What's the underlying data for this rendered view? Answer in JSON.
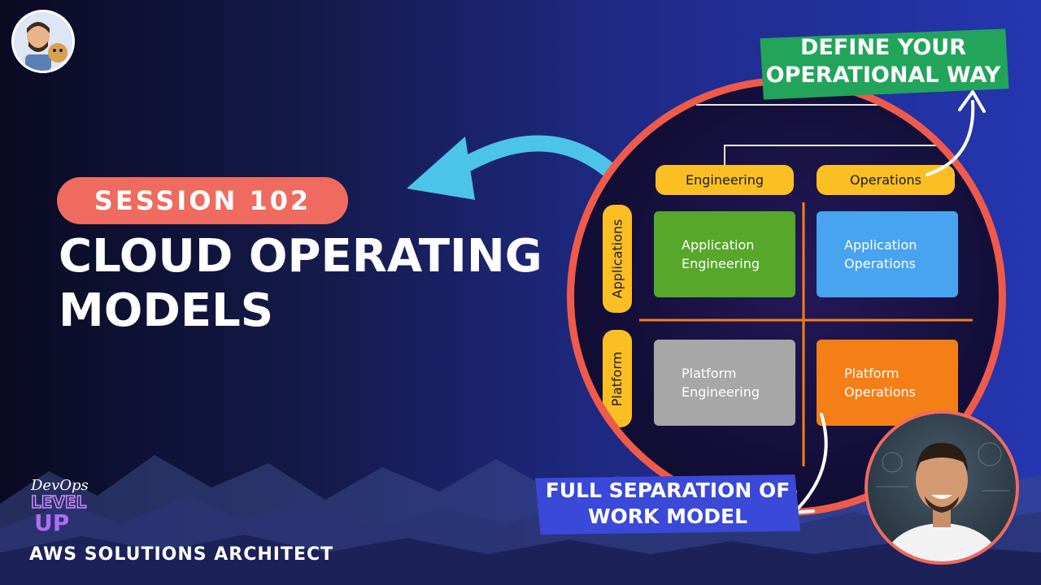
{
  "session": {
    "label": "SESSION 102"
  },
  "title": {
    "line1": "CLOUD OPERATING",
    "line2": "MODELS"
  },
  "diagram": {
    "columns": [
      "Engineering",
      "Operations"
    ],
    "rows": [
      "Applications",
      "Platform"
    ],
    "cells": [
      {
        "line1": "Application",
        "line2": "Engineering",
        "color": "#56a72a"
      },
      {
        "line1": "Application",
        "line2": "Operations",
        "color": "#48a3f0"
      },
      {
        "line1": "Platform",
        "line2": "Engineering",
        "color": "#a7a7a7"
      },
      {
        "line1": "Platform",
        "line2": "Operations",
        "color": "#f57f17"
      }
    ],
    "border_color": "#f05a4a",
    "label_color": "#fbbf24"
  },
  "callouts": {
    "top": {
      "line1": "DEFINE YOUR",
      "line2": "OPERATIONAL WAY"
    },
    "bottom": {
      "line1": "FULL SEPARATION OF",
      "line2": "WORK MODEL"
    }
  },
  "branding": {
    "logo": {
      "word1": "DevOps",
      "word2": "LEVEL",
      "word3": "UP"
    },
    "subtitle": "AWS SOLUTIONS ARCHITECT"
  },
  "colors": {
    "accent": "#ef6a5f",
    "arrow": "#4cc3e8",
    "banner_top": "#22a55b",
    "banner_bottom": "#3a49d8"
  },
  "icons": [
    "avatar-cartoon",
    "curved-arrow",
    "presenter-photo"
  ]
}
